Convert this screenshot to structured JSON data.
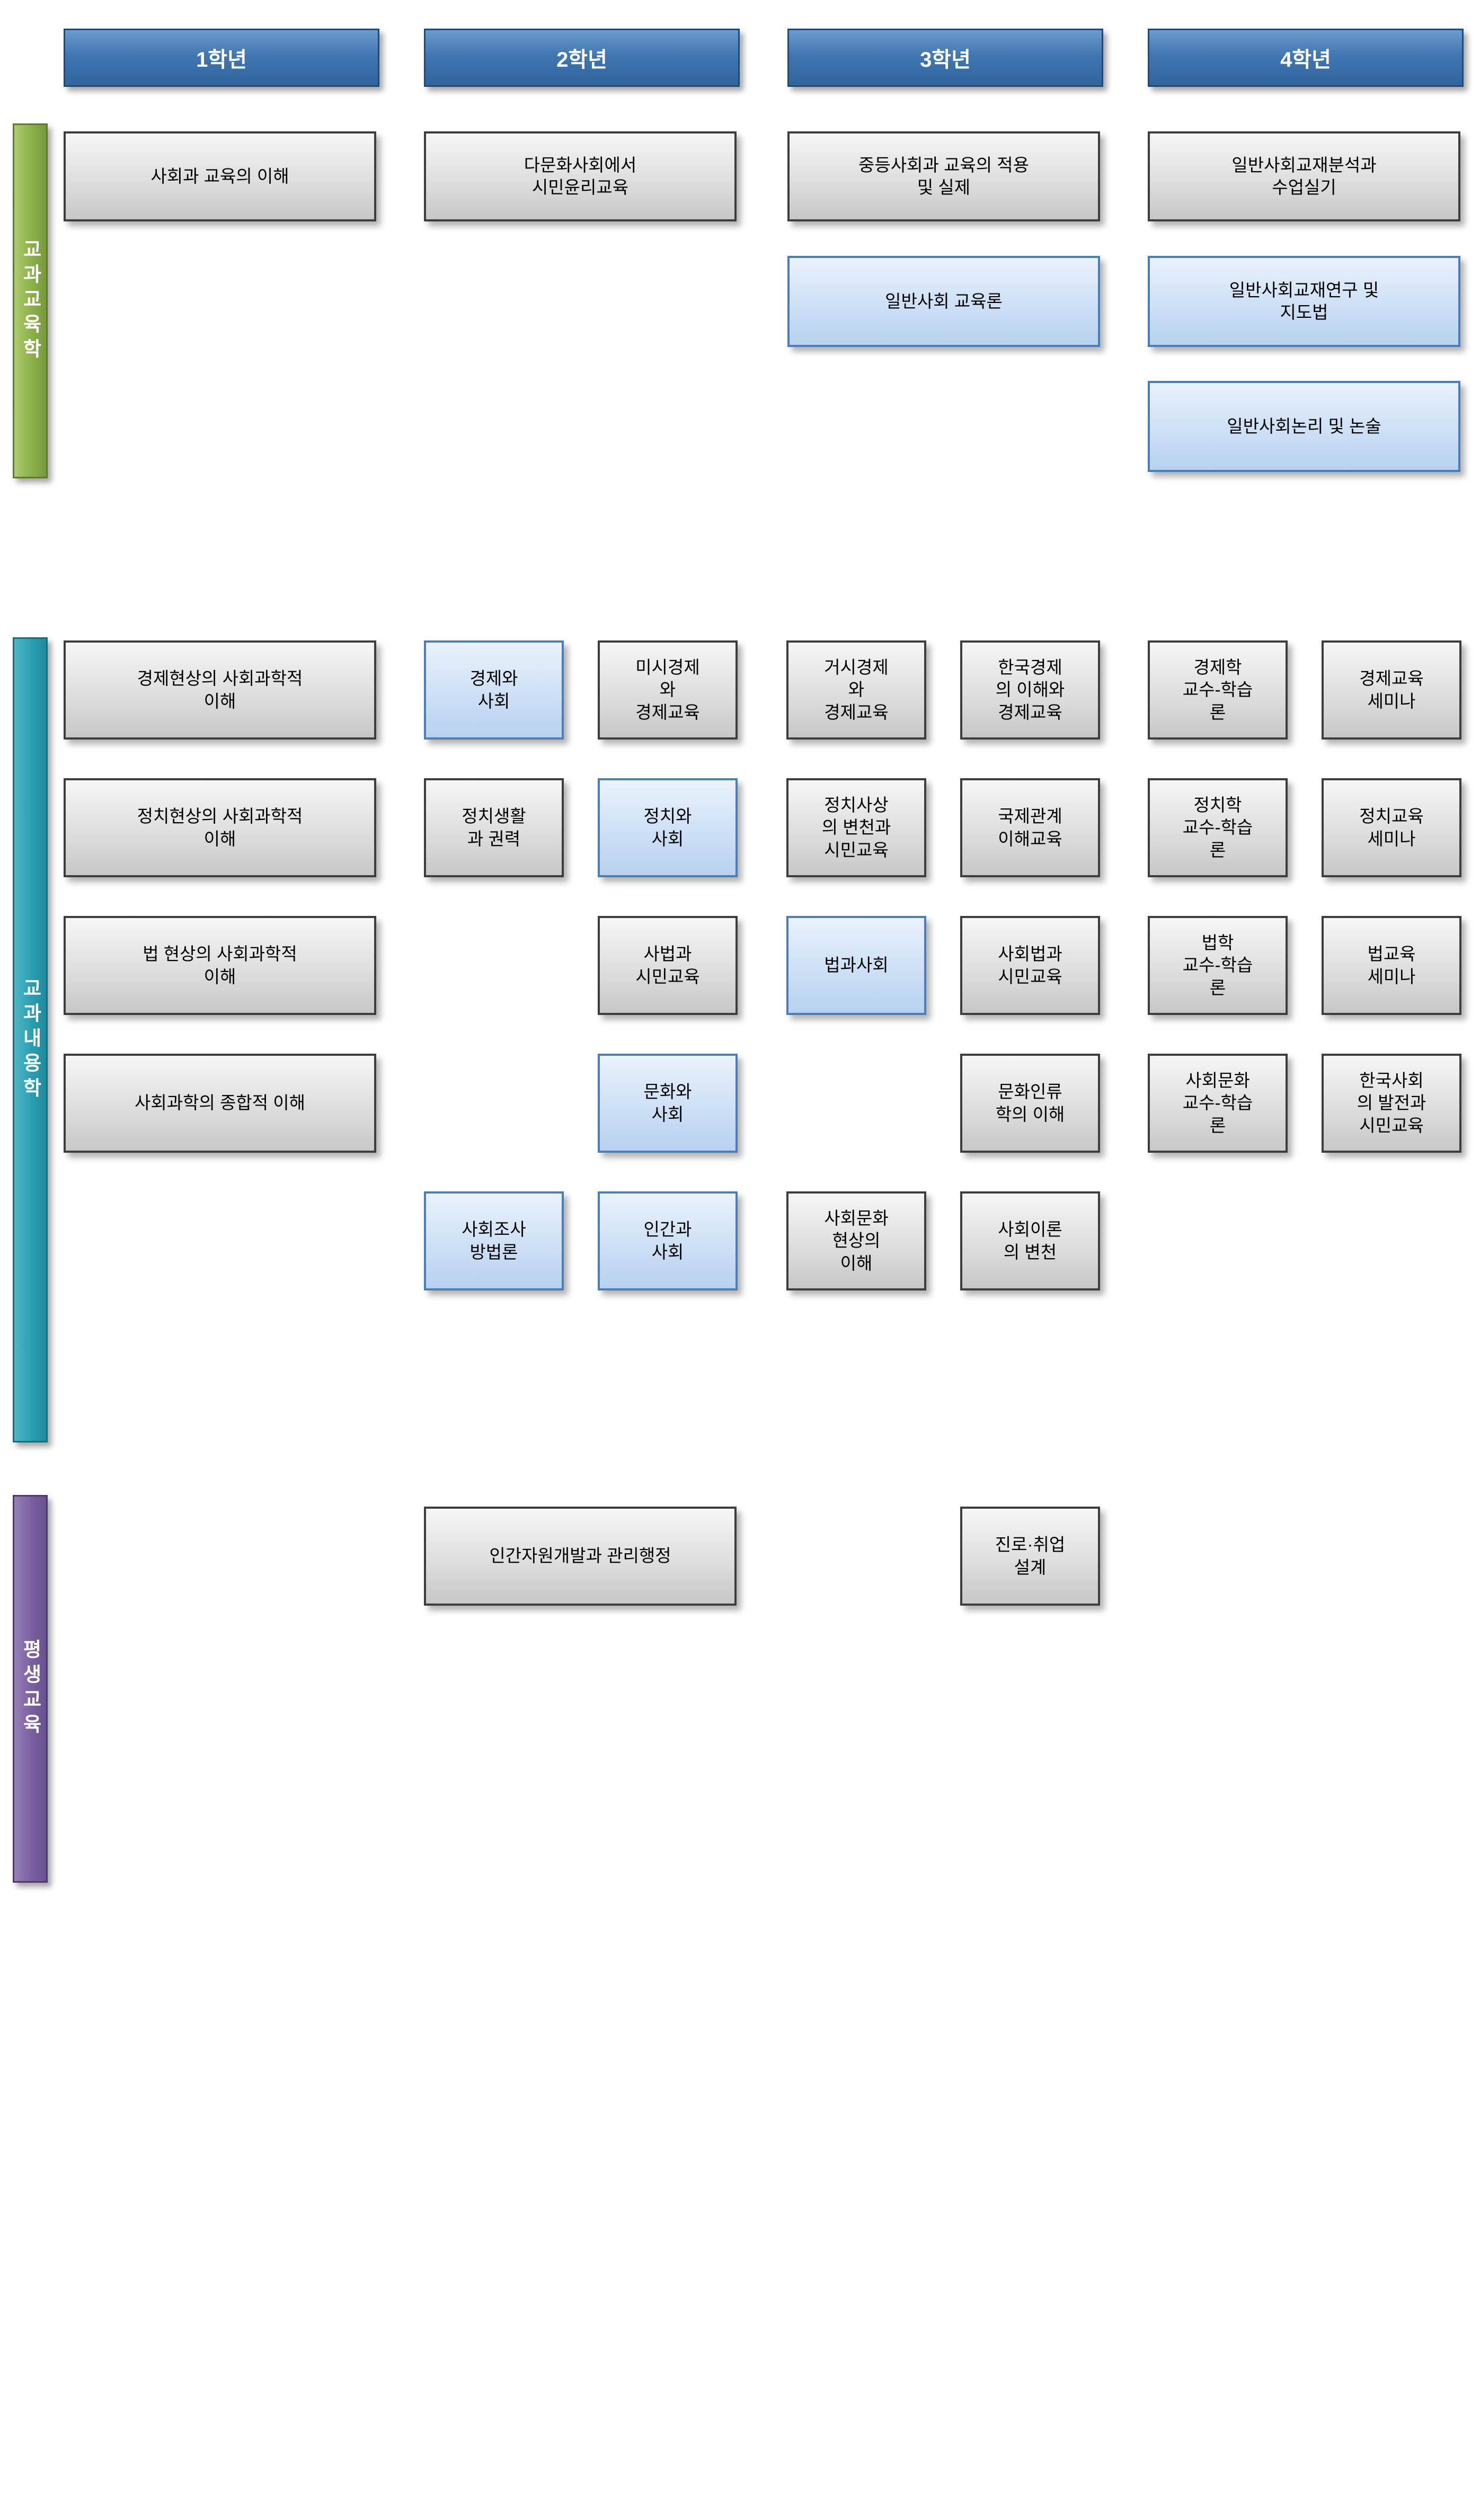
{
  "grade_headers": [
    "1학년",
    "2학년",
    "3학년",
    "4학년"
  ],
  "bands": {
    "pedagogy": "교과교육학",
    "content": "교과내용학",
    "lifelong": "평생교육"
  },
  "colors": {
    "header_blue": "#4177b1",
    "box_gray": "#d9d9d9",
    "box_blue": "#c9ddf3",
    "box_border_dark": "#3d3d3d",
    "box_border_blue": "#4a7ebb",
    "band_green": "#8caf4b",
    "band_teal": "#2b9db1",
    "band_purple": "#7a5fa0"
  },
  "pedagogy": {
    "y1_1": "사회과 교육의 이해",
    "y2_1": "다문화사회에서\n시민윤리교육",
    "y3_1": "중등사회과 교육의 적용\n및 실제",
    "y3_2": "일반사회 교육론",
    "y4_1": "일반사회교재분석과\n수업실기",
    "y4_2": "일반사회교재연구 및\n지도법",
    "y4_3": "일반사회논리 및 논술"
  },
  "content": {
    "r1": [
      "경제현상의 사회과학적\n이해",
      "경제와\n사회",
      "미시경제\n와\n경제교육",
      "거시경제\n와\n경제교육",
      "한국경제\n의 이해와\n경제교육",
      "경제학\n교수-학습\n론",
      "경제교육\n세미나"
    ],
    "r2": [
      "정치현상의 사회과학적\n이해",
      "정치생활\n과 권력",
      "정치와\n사회",
      "정치사상\n의 변천과\n시민교육",
      "국제관계\n이해교육",
      "정치학\n교수-학습\n론",
      "정치교육\n세미나"
    ],
    "r3": [
      "법 현상의 사회과학적\n이해",
      "사법과\n시민교육",
      "법과사회",
      "사회법과\n시민교육",
      "법학\n교수-학습\n론",
      "법교육\n세미나"
    ],
    "r4": [
      "사회과학의 종합적 이해",
      "문화와\n사회",
      "문화인류\n학의 이해",
      "사회문화\n교수-학습\n론",
      "한국사회\n의 발전과\n시민교육"
    ],
    "r5": [
      "사회조사\n방법론",
      "인간과\n사회",
      "사회문화\n현상의\n이해",
      "사회이론\n의 변천"
    ]
  },
  "lifelong": {
    "y2_1": "인간자원개발과 관리행정",
    "y3_1": "진로·취업\n설계"
  }
}
